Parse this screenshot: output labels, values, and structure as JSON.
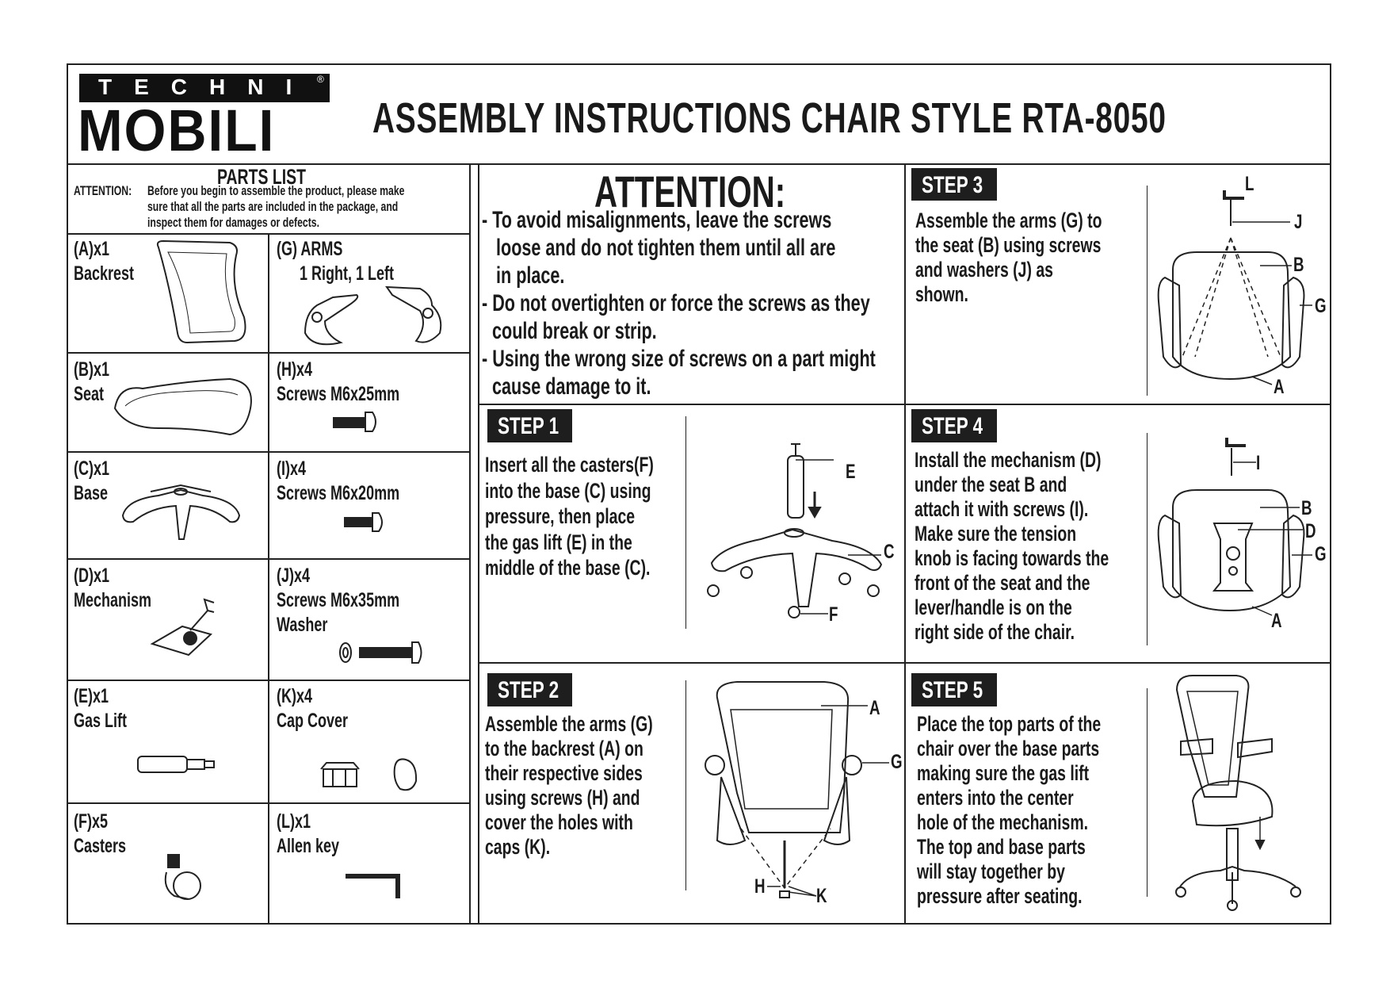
{
  "logo": {
    "top": "TECHNI",
    "bottom": "MOBILI",
    "registered": "®"
  },
  "title": "ASSEMBLY  INSTRUCTIONS  CHAIR  STYLE  RTA-8050",
  "parts_list": {
    "heading": "PARTS LIST",
    "attention_label": "ATTENTION:",
    "attention_lines": [
      "Before you begin to assemble the product, please make",
      "sure  that  all the parts are included in the package, and",
      "inspect them for damages or defects."
    ],
    "items": [
      {
        "code": "(A)x1",
        "name": "Backrest"
      },
      {
        "code": "(G) ARMS",
        "name": "1 Right, 1 Left"
      },
      {
        "code": "(B)x1",
        "name": "Seat"
      },
      {
        "code": "(H)x4",
        "name": "Screws  M6x25mm"
      },
      {
        "code": "(C)x1",
        "name": "Base"
      },
      {
        "code": "(I)x4",
        "name": "Screws  M6x20mm"
      },
      {
        "code": "(D)x1",
        "name": "Mechanism"
      },
      {
        "code": "(J)x4",
        "name": "Screws  M6x35mm",
        "name2": "Washer"
      },
      {
        "code": "(E)x1",
        "name": "Gas Lift"
      },
      {
        "code": "(K)x4",
        "name": "Cap Cover"
      },
      {
        "code": "(F)x5",
        "name": "Casters"
      },
      {
        "code": "(L)x1",
        "name": "Allen key"
      }
    ]
  },
  "attention": {
    "heading": "ATTENTION:",
    "lines": [
      "- To avoid misalignments, leave the screws",
      "loose and do not tighten them until all are",
      "in place.",
      "- Do not overtighten or force the screws as they",
      "could break or strip.",
      "- Using the wrong size of screws on a part  might",
      "cause damage to it."
    ]
  },
  "steps": {
    "step1": {
      "label": "STEP 1",
      "lines": [
        "Insert all the casters(F)",
        "into the base (C) using",
        "pressure, then place",
        "the gas lift (E) in the",
        "middle of the base (C)."
      ],
      "callouts": [
        "E",
        "C",
        "F"
      ]
    },
    "step2": {
      "label": "STEP 2",
      "lines": [
        "Assemble the arms (G)",
        "to the backrest (A) on",
        "their respective sides",
        "using screws (H) and",
        "cover the holes with",
        "caps (K)."
      ],
      "callouts": [
        "A",
        "G",
        "H",
        "K"
      ]
    },
    "step3": {
      "label": "STEP 3",
      "lines": [
        "Assemble the arms (G) to",
        "the seat (B) using screws",
        "and washers (J) as",
        "shown."
      ],
      "callouts": [
        "L",
        "J",
        "B",
        "G",
        "A"
      ]
    },
    "step4": {
      "label": "STEP 4",
      "lines": [
        "Install the mechanism (D)",
        "under the seat B and",
        "attach it with screws (I).",
        "Make sure the tension",
        "knob is facing towards the",
        "front of the seat and the",
        "lever/handle is on the",
        "right side of the chair."
      ],
      "callouts": [
        "I",
        "B",
        "D",
        "G",
        "A"
      ]
    },
    "step5": {
      "label": "STEP 5",
      "lines": [
        "Place the top parts of the",
        "chair over the base parts",
        "making sure the gas lift",
        "enters into the center",
        "hole of the mechanism.",
        "The top and base parts",
        "will stay together by",
        "pressure after seating."
      ]
    }
  }
}
